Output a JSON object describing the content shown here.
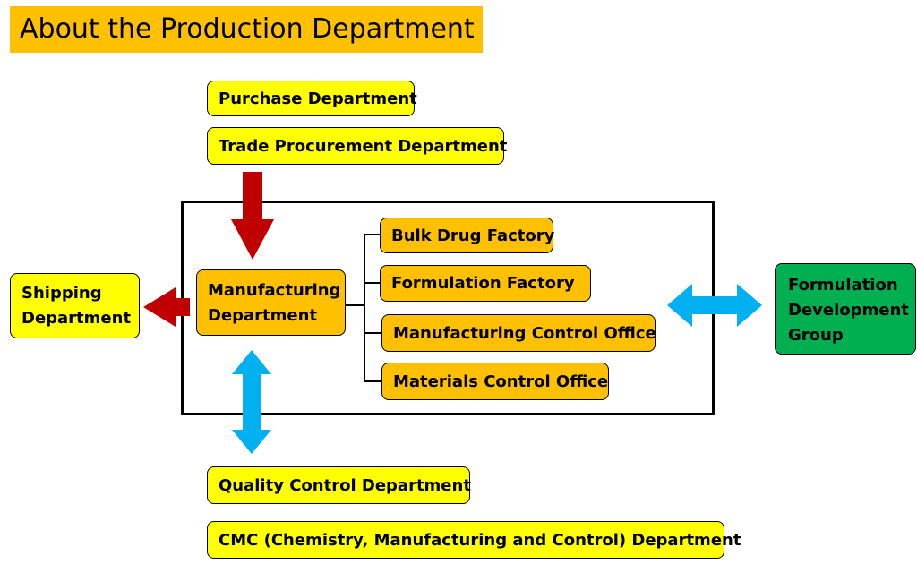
{
  "title": "About the Production Department",
  "top_boxes": {
    "purchase": "Purchase Department",
    "trade_procurement": "Trade Procurement Department"
  },
  "shipping": {
    "line1": "Shipping",
    "line2": "Department"
  },
  "manufacturing": {
    "line1": "Manufacturing",
    "line2": "Department"
  },
  "sub_units": {
    "bulk_drug": "Bulk Drug Factory",
    "formulation_factory": "Formulation Factory",
    "manufacturing_control": "Manufacturing Control Office",
    "materials_control": "Materials Control Office"
  },
  "formulation_group": {
    "line1": "Formulation",
    "line2": "Development",
    "line3": "Group"
  },
  "bottom_boxes": {
    "quality_control": "Quality Control Department",
    "cmc": "CMC (Chemistry, Manufacturing and Control) Department"
  },
  "colors": {
    "yellow": "#FFFF00",
    "orange": "#FFC000",
    "green": "#00B050",
    "red_arrow": "#C00000",
    "blue_arrow": "#00B0F0"
  }
}
